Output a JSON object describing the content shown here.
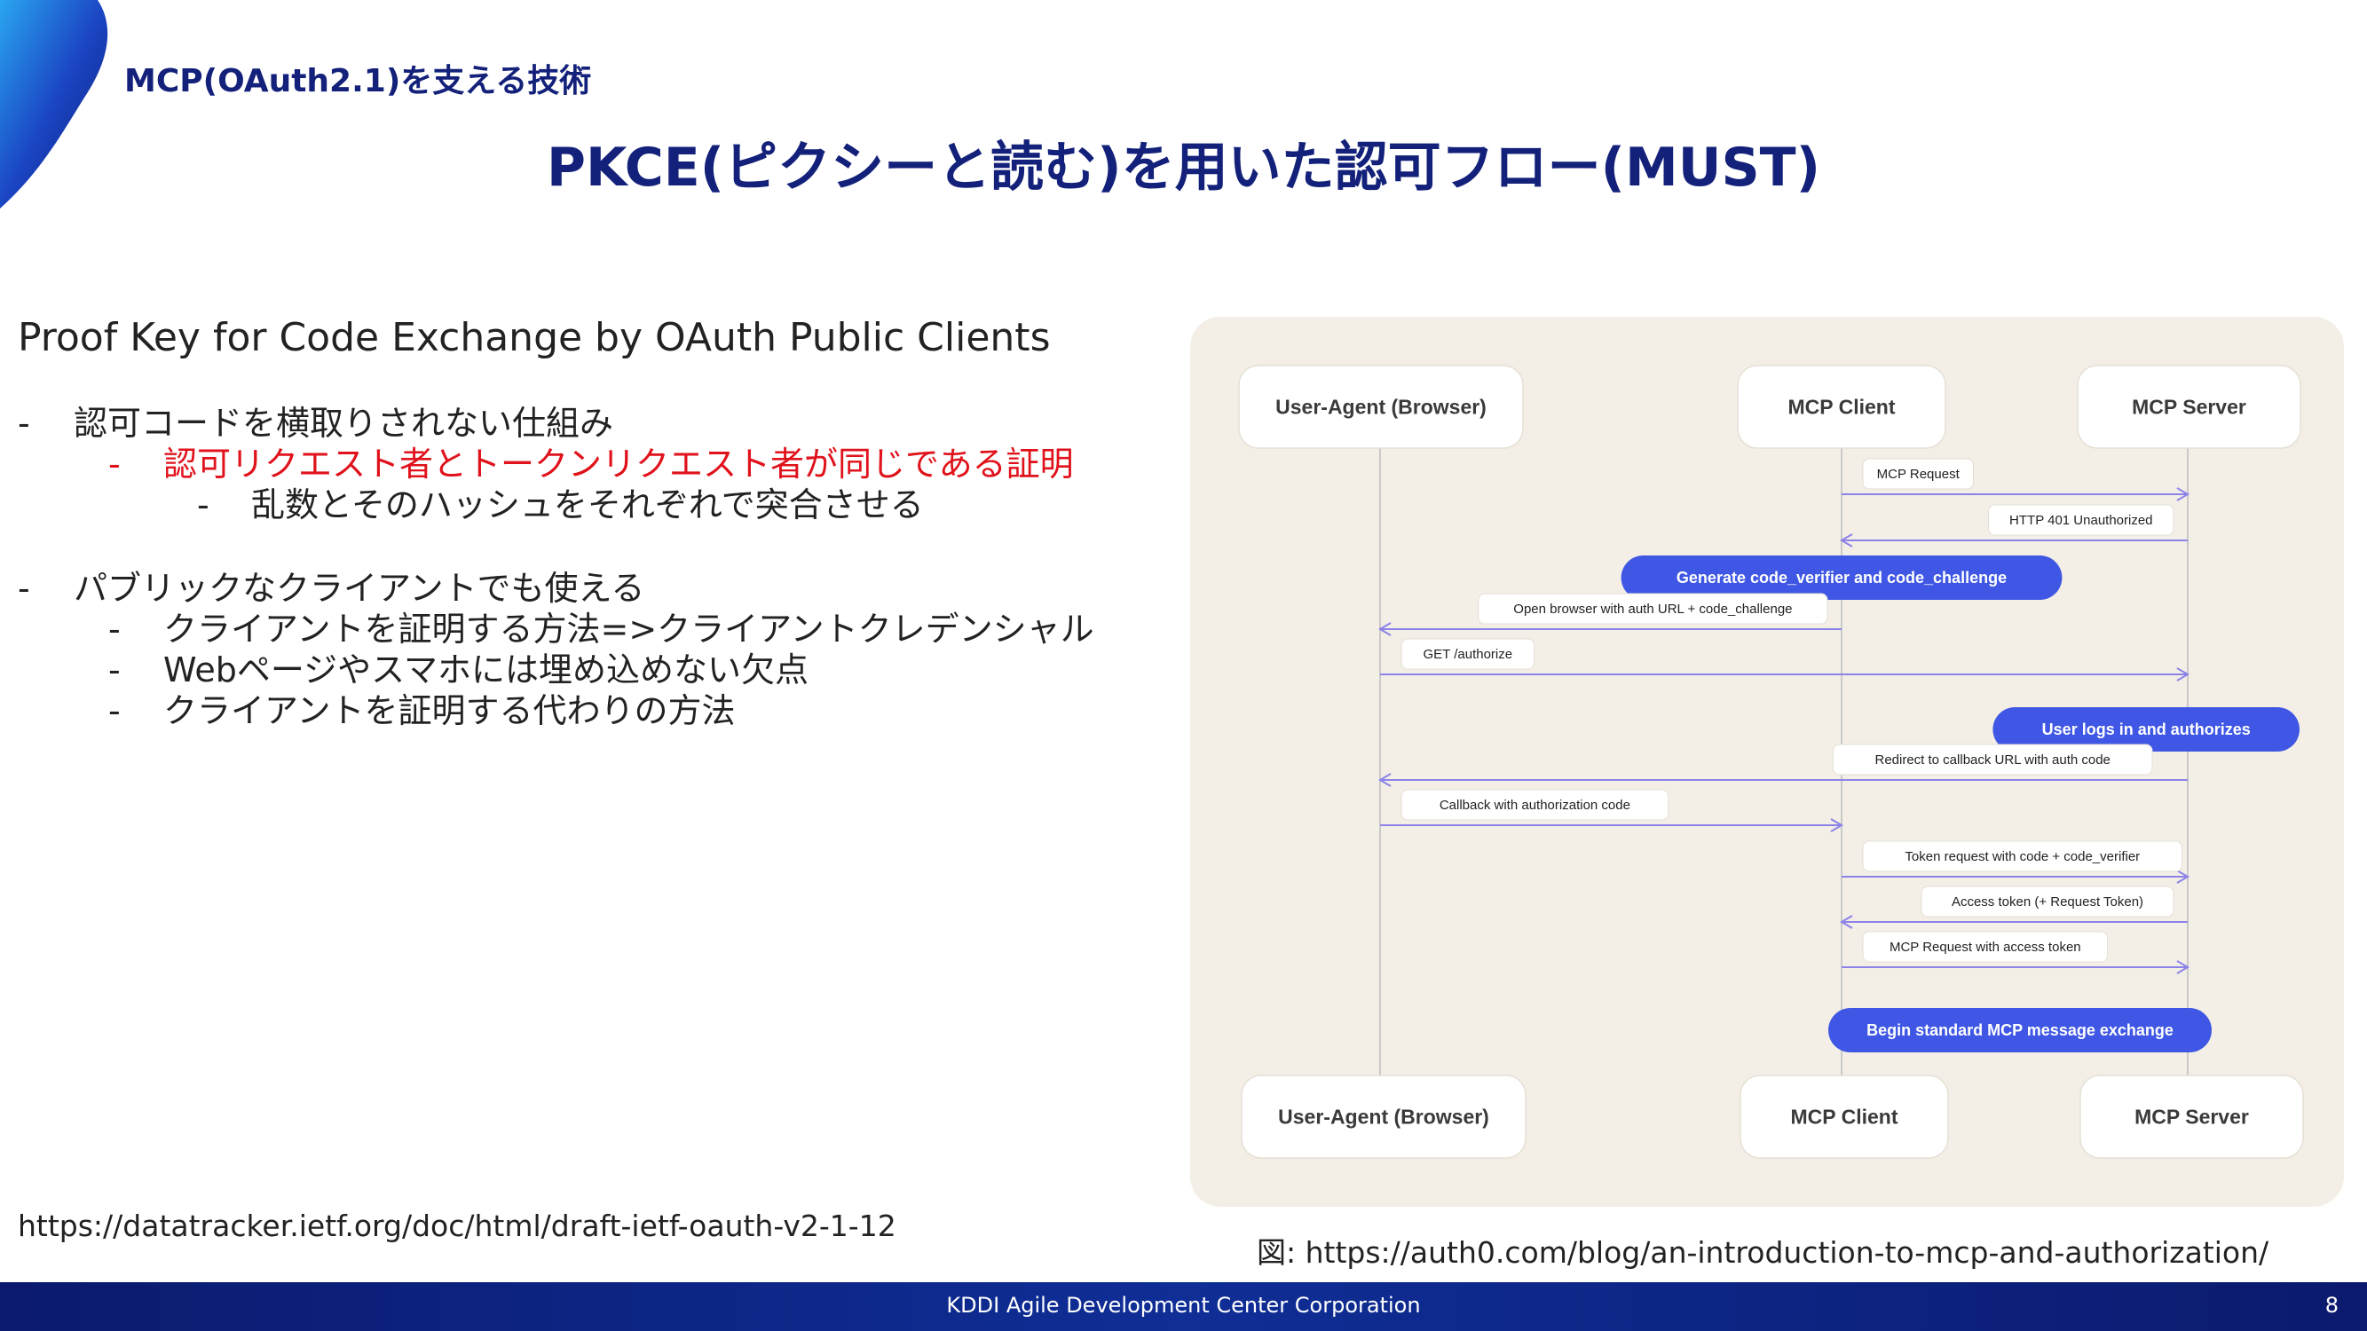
{
  "header": {
    "section": "MCP(OAuth2.1)を支える技術",
    "title": "PKCE(ピクシーと読む)を用いた認可フロー(MUST)"
  },
  "content": {
    "subtitle": "Proof Key for Code Exchange by OAuth Public Clients",
    "dash": "-",
    "bullets": [
      "認可コードを横取りされない仕組み",
      "認可リクエスト者とトークンリクエスト者が同じである証明",
      "乱数とそのハッシュをそれぞれで突合させる",
      "パブリックなクライアントでも使える",
      "クライアントを証明する方法=>クライアントクレデンシャル",
      "Webページやスマホには埋め込めない欠点",
      "クライアントを証明する代わりの方法"
    ]
  },
  "references": {
    "left": "https://datatracker.ietf.org/doc/html/draft-ietf-oauth-v2-1-12",
    "right": "図: https://auth0.com/blog/an-introduction-to-mcp-and-authorization/"
  },
  "diagram": {
    "participants": [
      "User-Agent (Browser)",
      "MCP Client",
      "MCP Server"
    ],
    "steps": [
      {
        "kind": "message",
        "from": 1,
        "to": 2,
        "label": "MCP Request"
      },
      {
        "kind": "message",
        "from": 2,
        "to": 1,
        "label": "HTTP 401 Unauthorized"
      },
      {
        "kind": "action",
        "at": 1,
        "label": "Generate code_verifier and code_challenge"
      },
      {
        "kind": "message",
        "from": 1,
        "to": 0,
        "label": "Open browser with auth URL + code_challenge"
      },
      {
        "kind": "message",
        "from": 0,
        "to": 2,
        "label": "GET /authorize"
      },
      {
        "kind": "action",
        "at": 2,
        "label": "User logs in and authorizes"
      },
      {
        "kind": "message",
        "from": 2,
        "to": 0,
        "label": "Redirect to callback URL with auth code"
      },
      {
        "kind": "message",
        "from": 0,
        "to": 1,
        "label": "Callback with authorization code"
      },
      {
        "kind": "message",
        "from": 1,
        "to": 2,
        "label": "Token request with code + code_verifier"
      },
      {
        "kind": "message",
        "from": 2,
        "to": 1,
        "label": "Access token (+ Request Token)"
      },
      {
        "kind": "message",
        "from": 1,
        "to": 2,
        "label": "MCP Request with access token"
      },
      {
        "kind": "action",
        "at": 1,
        "label": "Begin standard MCP message exchange"
      }
    ],
    "colors": {
      "panel": "#f3efe6",
      "lifeline": "#c9c9c9",
      "arrow": "#8c82e8",
      "action": "#3f57e4",
      "label_bg": "#ffffff"
    }
  },
  "footer": {
    "company": "KDDI Agile Development Center Corporation",
    "page": "8"
  }
}
